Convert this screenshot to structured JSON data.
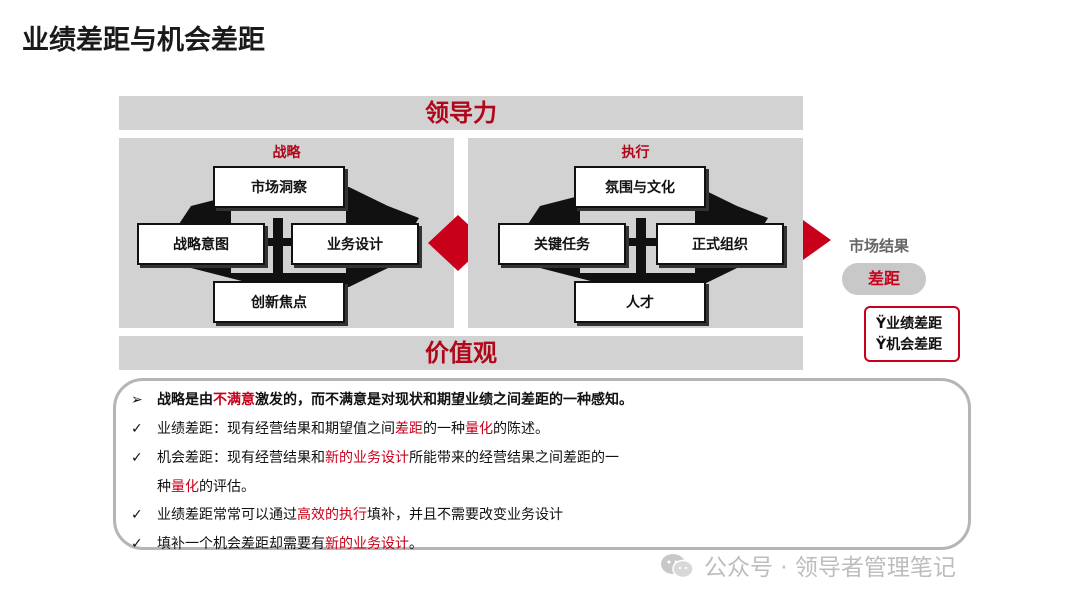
{
  "title": "业绩差距与机会差距",
  "leadership_label": "领导力",
  "values_label": "价值观",
  "strategy": {
    "title": "战略",
    "top": "市场洞察",
    "left": "战略意图",
    "right": "业务设计",
    "bottom": "创新焦点"
  },
  "execution": {
    "title": "执行",
    "top": "氛围与文化",
    "left": "关键任务",
    "right": "正式组织",
    "bottom": "人才"
  },
  "market_result_label": "市场结果",
  "gap_label": "差距",
  "gap_types": [
    "Ÿ业绩差距",
    "Ÿ机会差距"
  ],
  "notes": [
    {
      "mark": "➢",
      "parts": [
        {
          "t": "战略是由",
          "red": false
        },
        {
          "t": "不满意",
          "red": true
        },
        {
          "t": "激发的，而不满意是对现状和期望业绩之间差距的一种感知。",
          "red": false
        }
      ]
    },
    {
      "mark": "✓",
      "parts": [
        {
          "t": "业绩差距：现有经营结果和期望值之间",
          "red": false
        },
        {
          "t": "差距",
          "red": true
        },
        {
          "t": "的一种",
          "red": false
        },
        {
          "t": "量化",
          "red": true
        },
        {
          "t": "的陈述。",
          "red": false
        }
      ]
    },
    {
      "mark": "✓",
      "parts": [
        {
          "t": "机会差距：现有经营结果和",
          "red": false
        },
        {
          "t": "新的业务设计",
          "red": true
        },
        {
          "t": "所能带来的经营结果之间差距的一",
          "red": false
        }
      ]
    },
    {
      "mark": "",
      "parts": [
        {
          "t": "种",
          "red": false
        },
        {
          "t": "量化",
          "red": true
        },
        {
          "t": "的评估。",
          "red": false
        }
      ]
    },
    {
      "mark": "✓",
      "parts": [
        {
          "t": "业绩差距常常可以通过",
          "red": false
        },
        {
          "t": "高效的执行",
          "red": true
        },
        {
          "t": "填补，并且不需要改变业务设计",
          "red": false
        }
      ]
    },
    {
      "mark": "✓",
      "parts": [
        {
          "t": "填补一个机会差距却需要有",
          "red": false
        },
        {
          "t": "新的业务设计",
          "red": true
        },
        {
          "t": "。",
          "red": false
        }
      ]
    }
  ],
  "watermark": "公众号 · 领导者管理笔记",
  "colors": {
    "accent_red": "#c8001a",
    "panel_gray": "#d2d2d2",
    "border_gray": "#b5b5b5"
  }
}
